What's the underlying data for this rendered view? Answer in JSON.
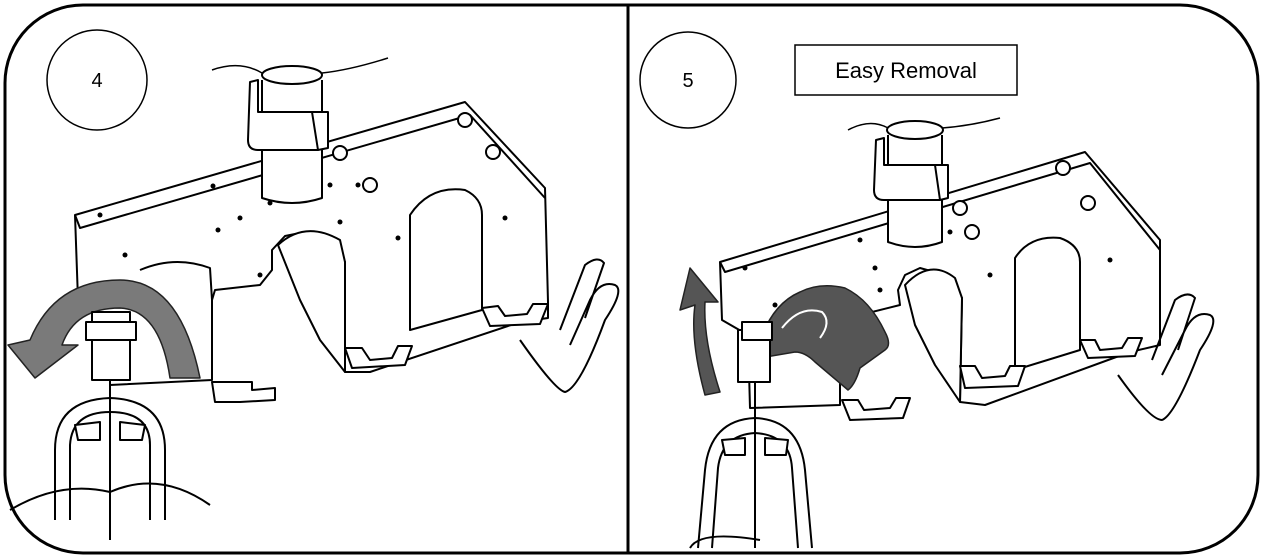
{
  "panels": [
    {
      "step": "4"
    },
    {
      "step": "5",
      "caption": "Easy Removal"
    }
  ],
  "colors": {
    "stroke": "#000000",
    "arrow_fill": "#7a7a7a",
    "glove_fill": "#555555",
    "background": "#ffffff"
  },
  "icons": [
    "rotate-arrow-icon",
    "curved-up-arrow-icon",
    "gloved-hand-icon"
  ]
}
